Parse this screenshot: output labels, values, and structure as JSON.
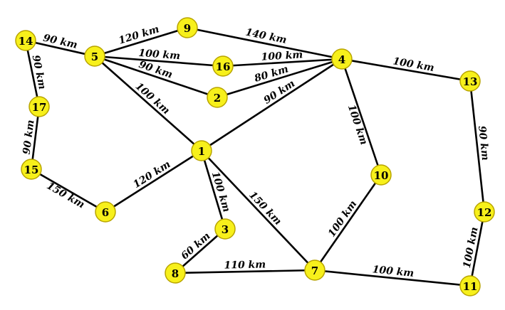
{
  "nodes": [
    {
      "id": "1"
    },
    {
      "id": "2"
    },
    {
      "id": "3"
    },
    {
      "id": "4"
    },
    {
      "id": "5"
    },
    {
      "id": "6"
    },
    {
      "id": "7"
    },
    {
      "id": "8"
    },
    {
      "id": "9"
    },
    {
      "id": "10"
    },
    {
      "id": "11"
    },
    {
      "id": "12"
    },
    {
      "id": "13"
    },
    {
      "id": "14"
    },
    {
      "id": "15"
    },
    {
      "id": "16"
    },
    {
      "id": "17"
    }
  ],
  "edges": [
    {
      "from": "14",
      "to": "5",
      "label": "90 km"
    },
    {
      "from": "5",
      "to": "9",
      "label": "120 km"
    },
    {
      "from": "9",
      "to": "4",
      "label": "140 km"
    },
    {
      "from": "5",
      "to": "16",
      "label": "100 km"
    },
    {
      "from": "16",
      "to": "4",
      "label": "100 km"
    },
    {
      "from": "5",
      "to": "2",
      "label": "90 km"
    },
    {
      "from": "2",
      "to": "4",
      "label": "80 km"
    },
    {
      "from": "5",
      "to": "1",
      "label": "100 km"
    },
    {
      "from": "1",
      "to": "4",
      "label": "90 km"
    },
    {
      "from": "4",
      "to": "13",
      "label": "100 km"
    },
    {
      "from": "4",
      "to": "10",
      "label": "100 km"
    },
    {
      "from": "14",
      "to": "17",
      "label": "90 km"
    },
    {
      "from": "17",
      "to": "15",
      "label": "90 km"
    },
    {
      "from": "15",
      "to": "6",
      "label": "150 km"
    },
    {
      "from": "6",
      "to": "1",
      "label": "120 km"
    },
    {
      "from": "1",
      "to": "3",
      "label": "100 km"
    },
    {
      "from": "1",
      "to": "7",
      "label": "150 km"
    },
    {
      "from": "3",
      "to": "8",
      "label": "60 km"
    },
    {
      "from": "8",
      "to": "7",
      "label": "110 km"
    },
    {
      "from": "10",
      "to": "7",
      "label": "100 km"
    },
    {
      "from": "7",
      "to": "11",
      "label": "100 km"
    },
    {
      "from": "13",
      "to": "12",
      "label": "90 km"
    },
    {
      "from": "12",
      "to": "11",
      "label": "100 km"
    }
  ],
  "colors": {
    "node_fill": "#f7f01b",
    "node_stroke": "#b8a400",
    "edge": "#000000"
  }
}
